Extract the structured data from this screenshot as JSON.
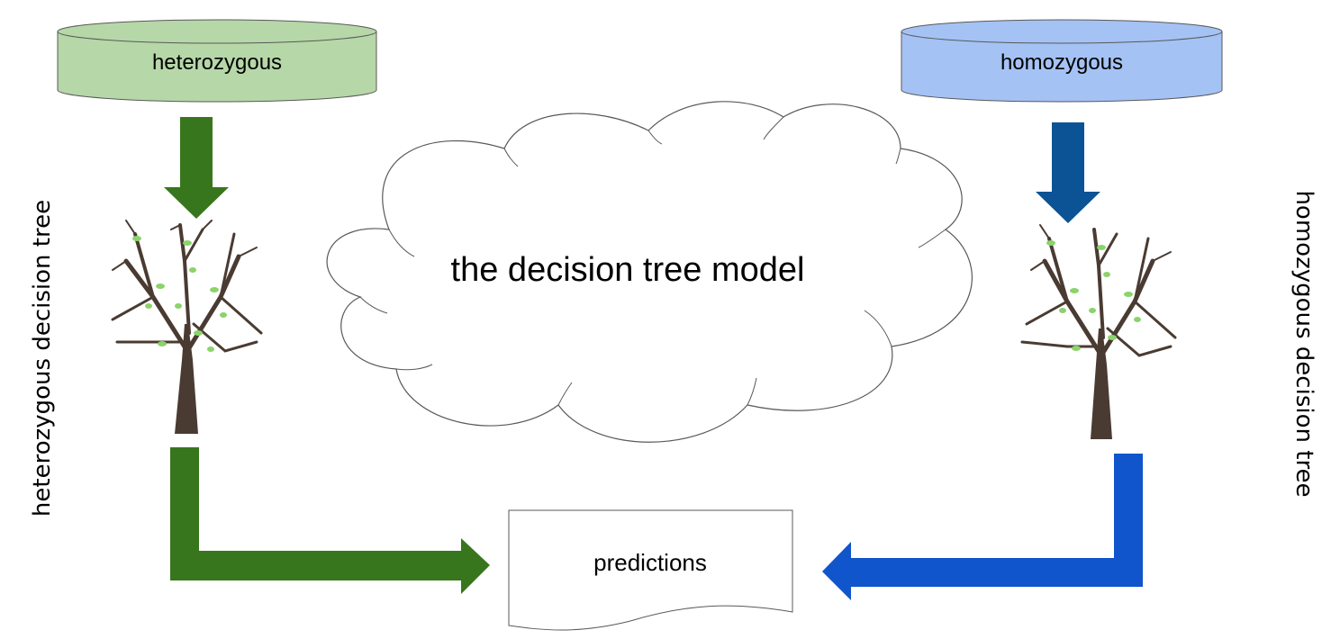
{
  "heterozygous_db": {
    "label": "heterozygous",
    "fill": "#b6d7a8",
    "stroke": "#595959"
  },
  "homozygous_db": {
    "label": "homozygous",
    "fill": "#a4c2f4",
    "stroke": "#595959"
  },
  "cloud": {
    "label": "the decision tree model"
  },
  "predictions": {
    "label": "predictions"
  },
  "left_tree": {
    "label": "heterozygous decision tree"
  },
  "right_tree": {
    "label": "homozygous decision tree"
  },
  "colors": {
    "green_arrow": "#38761d",
    "dark_blue_arrow": "#0b5394",
    "blue_arrow": "#1155cc",
    "trunk": "#4a3b32",
    "leaf": "#8bd36a"
  }
}
